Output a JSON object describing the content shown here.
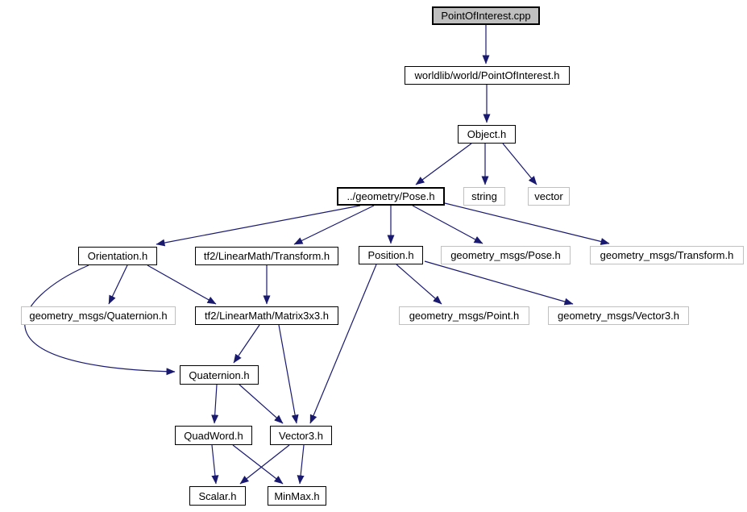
{
  "colors": {
    "edge": "#191970",
    "internal_border": "#000000",
    "external_border": "#c0c0c0",
    "root_fill": "#bfbfbf",
    "node_fill": "#ffffff",
    "text": "#000000",
    "background": "#ffffff"
  },
  "nodes": [
    {
      "id": "poi-cpp",
      "label": "PointOfInterest.cpp",
      "type": "root"
    },
    {
      "id": "worldlib-poi-h",
      "label": "worldlib/world/PointOfInterest.h",
      "type": "internal"
    },
    {
      "id": "object-h",
      "label": "Object.h",
      "type": "internal"
    },
    {
      "id": "pose-h",
      "label": "../geometry/Pose.h",
      "type": "internal-bold"
    },
    {
      "id": "string",
      "label": "string",
      "type": "external"
    },
    {
      "id": "vector",
      "label": "vector",
      "type": "external"
    },
    {
      "id": "orientation-h",
      "label": "Orientation.h",
      "type": "internal"
    },
    {
      "id": "tf2-transform-h",
      "label": "tf2/LinearMath/Transform.h",
      "type": "internal"
    },
    {
      "id": "position-h",
      "label": "Position.h",
      "type": "internal"
    },
    {
      "id": "gm-pose-h",
      "label": "geometry_msgs/Pose.h",
      "type": "external"
    },
    {
      "id": "gm-transform-h",
      "label": "geometry_msgs/Transform.h",
      "type": "external"
    },
    {
      "id": "gm-quaternion-h",
      "label": "geometry_msgs/Quaternion.h",
      "type": "external"
    },
    {
      "id": "tf2-matrix3x3-h",
      "label": "tf2/LinearMath/Matrix3x3.h",
      "type": "internal"
    },
    {
      "id": "gm-point-h",
      "label": "geometry_msgs/Point.h",
      "type": "external"
    },
    {
      "id": "gm-vector3-h",
      "label": "geometry_msgs/Vector3.h",
      "type": "external"
    },
    {
      "id": "quaternion-h",
      "label": "Quaternion.h",
      "type": "internal"
    },
    {
      "id": "quadword-h",
      "label": "QuadWord.h",
      "type": "internal"
    },
    {
      "id": "vector3-h",
      "label": "Vector3.h",
      "type": "internal"
    },
    {
      "id": "scalar-h",
      "label": "Scalar.h",
      "type": "internal"
    },
    {
      "id": "minmax-h",
      "label": "MinMax.h",
      "type": "internal"
    }
  ],
  "edges": [
    {
      "from": "poi-cpp",
      "to": "worldlib-poi-h"
    },
    {
      "from": "worldlib-poi-h",
      "to": "object-h"
    },
    {
      "from": "object-h",
      "to": "pose-h"
    },
    {
      "from": "object-h",
      "to": "string"
    },
    {
      "from": "object-h",
      "to": "vector"
    },
    {
      "from": "pose-h",
      "to": "orientation-h"
    },
    {
      "from": "pose-h",
      "to": "tf2-transform-h"
    },
    {
      "from": "pose-h",
      "to": "position-h"
    },
    {
      "from": "pose-h",
      "to": "gm-pose-h"
    },
    {
      "from": "pose-h",
      "to": "gm-transform-h"
    },
    {
      "from": "orientation-h",
      "to": "gm-quaternion-h"
    },
    {
      "from": "orientation-h",
      "to": "tf2-matrix3x3-h"
    },
    {
      "from": "orientation-h",
      "to": "quaternion-h"
    },
    {
      "from": "tf2-transform-h",
      "to": "tf2-matrix3x3-h"
    },
    {
      "from": "position-h",
      "to": "gm-point-h"
    },
    {
      "from": "position-h",
      "to": "gm-vector3-h"
    },
    {
      "from": "position-h",
      "to": "vector3-h"
    },
    {
      "from": "tf2-matrix3x3-h",
      "to": "quaternion-h"
    },
    {
      "from": "tf2-matrix3x3-h",
      "to": "vector3-h"
    },
    {
      "from": "quaternion-h",
      "to": "quadword-h"
    },
    {
      "from": "quaternion-h",
      "to": "vector3-h"
    },
    {
      "from": "quadword-h",
      "to": "scalar-h"
    },
    {
      "from": "quadword-h",
      "to": "minmax-h"
    },
    {
      "from": "vector3-h",
      "to": "scalar-h"
    },
    {
      "from": "vector3-h",
      "to": "minmax-h"
    }
  ]
}
